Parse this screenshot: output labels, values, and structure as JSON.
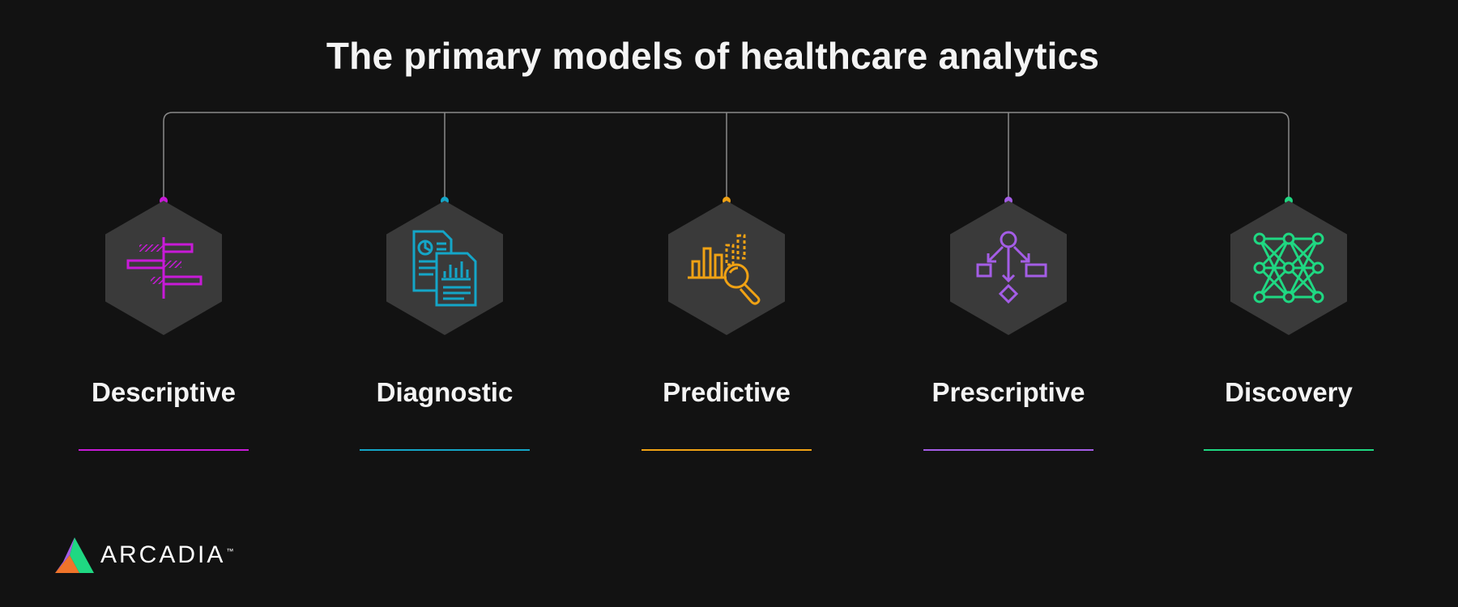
{
  "title": "The primary models of healthcare analytics",
  "connector_color": "#8a8a8a",
  "hex_fill": "#3a3a3a",
  "models": [
    {
      "label": "Descriptive",
      "color": "#c81ad8",
      "icon": "aligned-bars-icon"
    },
    {
      "label": "Diagnostic",
      "color": "#14a6c8",
      "icon": "report-documents-icon"
    },
    {
      "label": "Predictive",
      "color": "#f0a214",
      "icon": "chart-magnifier-icon"
    },
    {
      "label": "Prescriptive",
      "color": "#a45de6",
      "icon": "decision-flow-icon"
    },
    {
      "label": "Discovery",
      "color": "#1fd882",
      "icon": "neural-network-icon"
    }
  ],
  "brand": {
    "name": "ARCADIA",
    "trademark": "™",
    "colors": [
      "#1fd882",
      "#a45de6",
      "#f0742a"
    ]
  }
}
